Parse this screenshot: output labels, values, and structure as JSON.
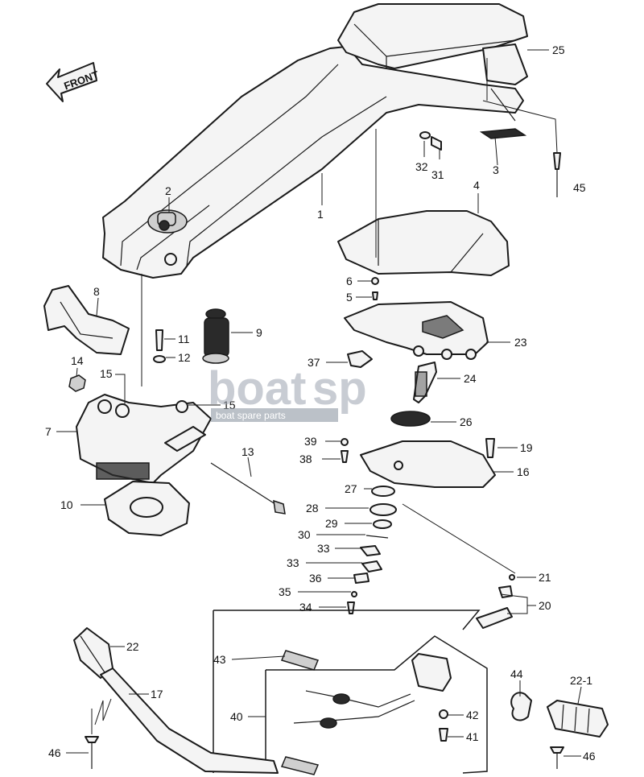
{
  "front_label": "FRONT",
  "watermark": {
    "brand_left": "boat",
    "brand_right": "sp",
    "tagline": "boat spare parts"
  },
  "callouts": [
    {
      "id": "c25",
      "label": "25"
    },
    {
      "id": "c2",
      "label": "2"
    },
    {
      "id": "c1",
      "label": "1"
    },
    {
      "id": "c32",
      "label": "32"
    },
    {
      "id": "c31",
      "label": "31"
    },
    {
      "id": "c3",
      "label": "3"
    },
    {
      "id": "c45",
      "label": "45"
    },
    {
      "id": "c4",
      "label": "4"
    },
    {
      "id": "c6",
      "label": "6"
    },
    {
      "id": "c5",
      "label": "5"
    },
    {
      "id": "c8",
      "label": "8"
    },
    {
      "id": "c11",
      "label": "11"
    },
    {
      "id": "c9",
      "label": "9"
    },
    {
      "id": "c12",
      "label": "12"
    },
    {
      "id": "c23",
      "label": "23"
    },
    {
      "id": "c14",
      "label": "14"
    },
    {
      "id": "c37",
      "label": "37"
    },
    {
      "id": "c24",
      "label": "24"
    },
    {
      "id": "c15a",
      "label": "15"
    },
    {
      "id": "c15b",
      "label": "15"
    },
    {
      "id": "c7",
      "label": "7"
    },
    {
      "id": "c26",
      "label": "26"
    },
    {
      "id": "c39",
      "label": "39"
    },
    {
      "id": "c19",
      "label": "19"
    },
    {
      "id": "c13",
      "label": "13"
    },
    {
      "id": "c38",
      "label": "38"
    },
    {
      "id": "c16",
      "label": "16"
    },
    {
      "id": "c27",
      "label": "27"
    },
    {
      "id": "c10",
      "label": "10"
    },
    {
      "id": "c28",
      "label": "28"
    },
    {
      "id": "c29",
      "label": "29"
    },
    {
      "id": "c30",
      "label": "30"
    },
    {
      "id": "c33a",
      "label": "33"
    },
    {
      "id": "c33b",
      "label": "33"
    },
    {
      "id": "c36",
      "label": "36"
    },
    {
      "id": "c21",
      "label": "21"
    },
    {
      "id": "c35",
      "label": "35"
    },
    {
      "id": "c34",
      "label": "34"
    },
    {
      "id": "c20",
      "label": "20"
    },
    {
      "id": "c22",
      "label": "22"
    },
    {
      "id": "c43",
      "label": "43"
    },
    {
      "id": "c17",
      "label": "17"
    },
    {
      "id": "c44",
      "label": "44"
    },
    {
      "id": "c221",
      "label": "22-1"
    },
    {
      "id": "c40",
      "label": "40"
    },
    {
      "id": "c42",
      "label": "42"
    },
    {
      "id": "c41",
      "label": "41"
    },
    {
      "id": "c46a",
      "label": "46"
    },
    {
      "id": "c46b",
      "label": "46"
    }
  ]
}
